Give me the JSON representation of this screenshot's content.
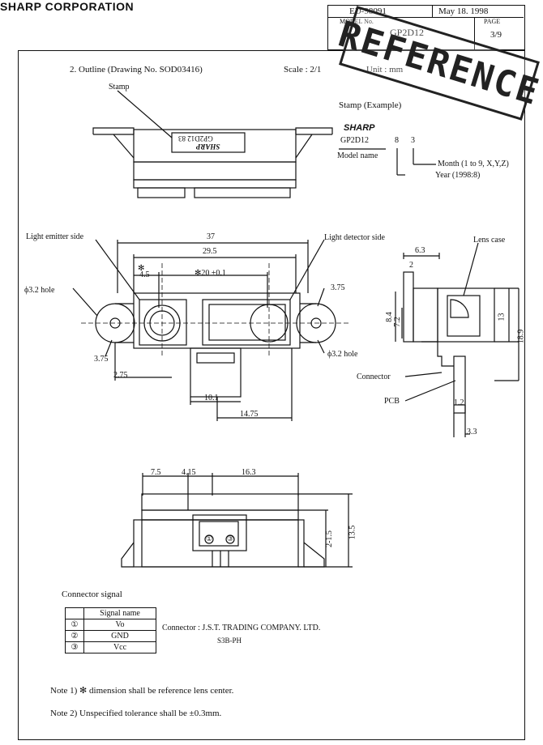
{
  "header": {
    "company": "SHARP CORPORATION",
    "doc_no": "ED-98091",
    "date": "May 18. 1998",
    "model_label": "MODEL No.",
    "model": "GP2D12",
    "page_label": "PAGE",
    "page": "3/9",
    "stamp": "REFERENCE"
  },
  "outline": {
    "title": "2. Outline (Drawing No. SOD03416)",
    "scale": "Scale : 2/1",
    "unit": "Unit : mm"
  },
  "top_view": {
    "stamp_label": "Stamp",
    "stamp_text_1": "GP2D12 83",
    "stamp_text_2": "SHARP"
  },
  "stamp_example": {
    "heading": "Stamp (Example)",
    "brand": "SHARP",
    "model": "GP2D12",
    "digit_year": "8",
    "digit_month": "3",
    "model_name": "Model name",
    "month": "Month (1 to 9, X,Y,Z)",
    "year": "Year (1998:8)"
  },
  "front_view": {
    "light_emitter": "Light emitter side",
    "light_detector": "Light detector side",
    "hole_left": "ϕ3.2 hole",
    "hole_right": "ϕ3.2 hole",
    "dim_37": "37",
    "dim_29_5": "29.5",
    "dim_4_5": "4.5",
    "dim_20": "✻20 ±0.1",
    "dim_3_75_r": "3.75",
    "dim_3_75_l": "3.75",
    "dim_2_75": "2.75",
    "dim_10_1": "10.1",
    "dim_14_75": "14.75",
    "asterisk": "✻"
  },
  "side_view": {
    "dim_6_3": "6.3",
    "lens_case": "Lens case",
    "dim_2": "2",
    "dim_8_4": "8.4",
    "dim_7_2": "7.2",
    "dim_13": "13",
    "dim_18_9": "18.9",
    "connector": "Connector",
    "pcb": "PCB",
    "dim_1_2": "1.2",
    "dim_3_3": "3.3"
  },
  "bottom_view": {
    "dim_7_5": "7.5",
    "dim_4_15": "4.15",
    "dim_16_3": "16.3",
    "dim_2_1_5": "2-1.5",
    "dim_13_5": "13.5",
    "pin_1": "①",
    "pin_3": "③"
  },
  "connector_signal": {
    "heading": "Connector signal",
    "column": "Signal name",
    "rows": [
      {
        "num": "①",
        "name": "Vo"
      },
      {
        "num": "②",
        "name": "GND"
      },
      {
        "num": "③",
        "name": "Vcc"
      }
    ],
    "connector_line1": "Connector : J.S.T. TRADING COMPANY. LTD.",
    "connector_line2": "S3B-PH"
  },
  "notes": {
    "note1": "Note 1) ✻ dimension shall be reference lens center.",
    "note2": "Note 2) Unspecified tolerance shall be ±0.3mm."
  }
}
